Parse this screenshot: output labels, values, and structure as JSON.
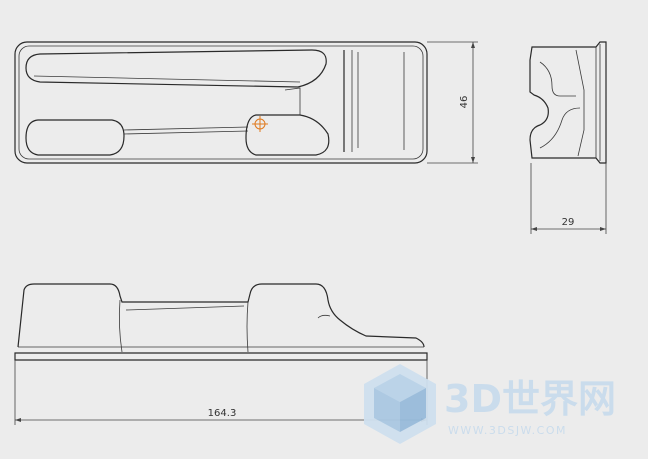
{
  "dimensions": {
    "height": "46",
    "depth": "29",
    "length": "164.3"
  },
  "watermark": {
    "brand": "3D世界网",
    "url": "WWW.3DSJW.COM",
    "color": "#c9dced"
  },
  "colors": {
    "background": "#ececec",
    "line": "#2a2a2a",
    "marker": "#e07a1e"
  }
}
